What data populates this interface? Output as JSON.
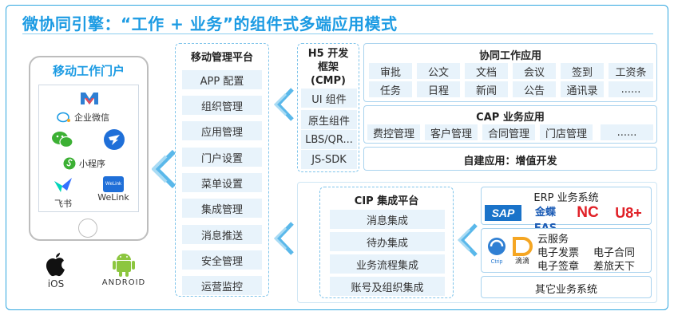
{
  "title": "微协同引擎：“工作 + 业务”的组件式多端应用模式",
  "portal": {
    "title": "移动工作门户",
    "apps": [
      {
        "label": "企业微信",
        "icon": "wecom-icon"
      },
      {
        "label": "小程序",
        "icon": "miniprogram-icon"
      },
      {
        "label": "飞书",
        "icon": "feishu-icon"
      },
      {
        "label": "WeLink",
        "icon": "welink-icon"
      }
    ],
    "os": [
      {
        "label": "iOS",
        "icon": "apple-icon"
      },
      {
        "label": "ANDROID",
        "icon": "android-icon"
      }
    ]
  },
  "mgmt": {
    "title": "移动管理平台",
    "items": [
      "APP 配置",
      "组织管理",
      "应用管理",
      "门户设置",
      "菜单设置",
      "集成管理",
      "消息推送",
      "安全管理",
      "运营监控"
    ]
  },
  "h5": {
    "title_lines": [
      "H5 开发",
      "框架",
      "(CMP)"
    ],
    "items": [
      "UI 组件",
      "原生组件",
      "LBS/QR...",
      "JS-SDK"
    ]
  },
  "collab": {
    "title": "协同工作应用",
    "row1": [
      "审批",
      "公文",
      "文档",
      "会议",
      "签到",
      "工资条"
    ],
    "row2": [
      "任务",
      "日程",
      "新闻",
      "公告",
      "通讯录",
      "......"
    ]
  },
  "cap": {
    "title": "CAP 业务应用",
    "items": [
      "费控管理",
      "客户管理",
      "合同管理",
      "门店管理",
      "......"
    ]
  },
  "selfbuilt": {
    "title": "自建应用：增值开发"
  },
  "cip": {
    "title": "CIP 集成平台",
    "items": [
      "消息集成",
      "待办集成",
      "业务流程集成",
      "账号及组织集成"
    ]
  },
  "erp": {
    "title": "ERP 业务系统",
    "logos": [
      "SAP",
      "金蝶EAS",
      "NC",
      "U8+"
    ]
  },
  "cloud": {
    "title": "云服务",
    "services": [
      "电子发票",
      "电子合同",
      "电子签章",
      "差旅天下"
    ],
    "logos": [
      "Ctrip",
      "滴滴"
    ]
  },
  "other": {
    "title": "其它业务系统"
  },
  "colors": {
    "accent": "#1c9be3",
    "cell": "#e8f3fb",
    "border": "#7fc4ea"
  }
}
